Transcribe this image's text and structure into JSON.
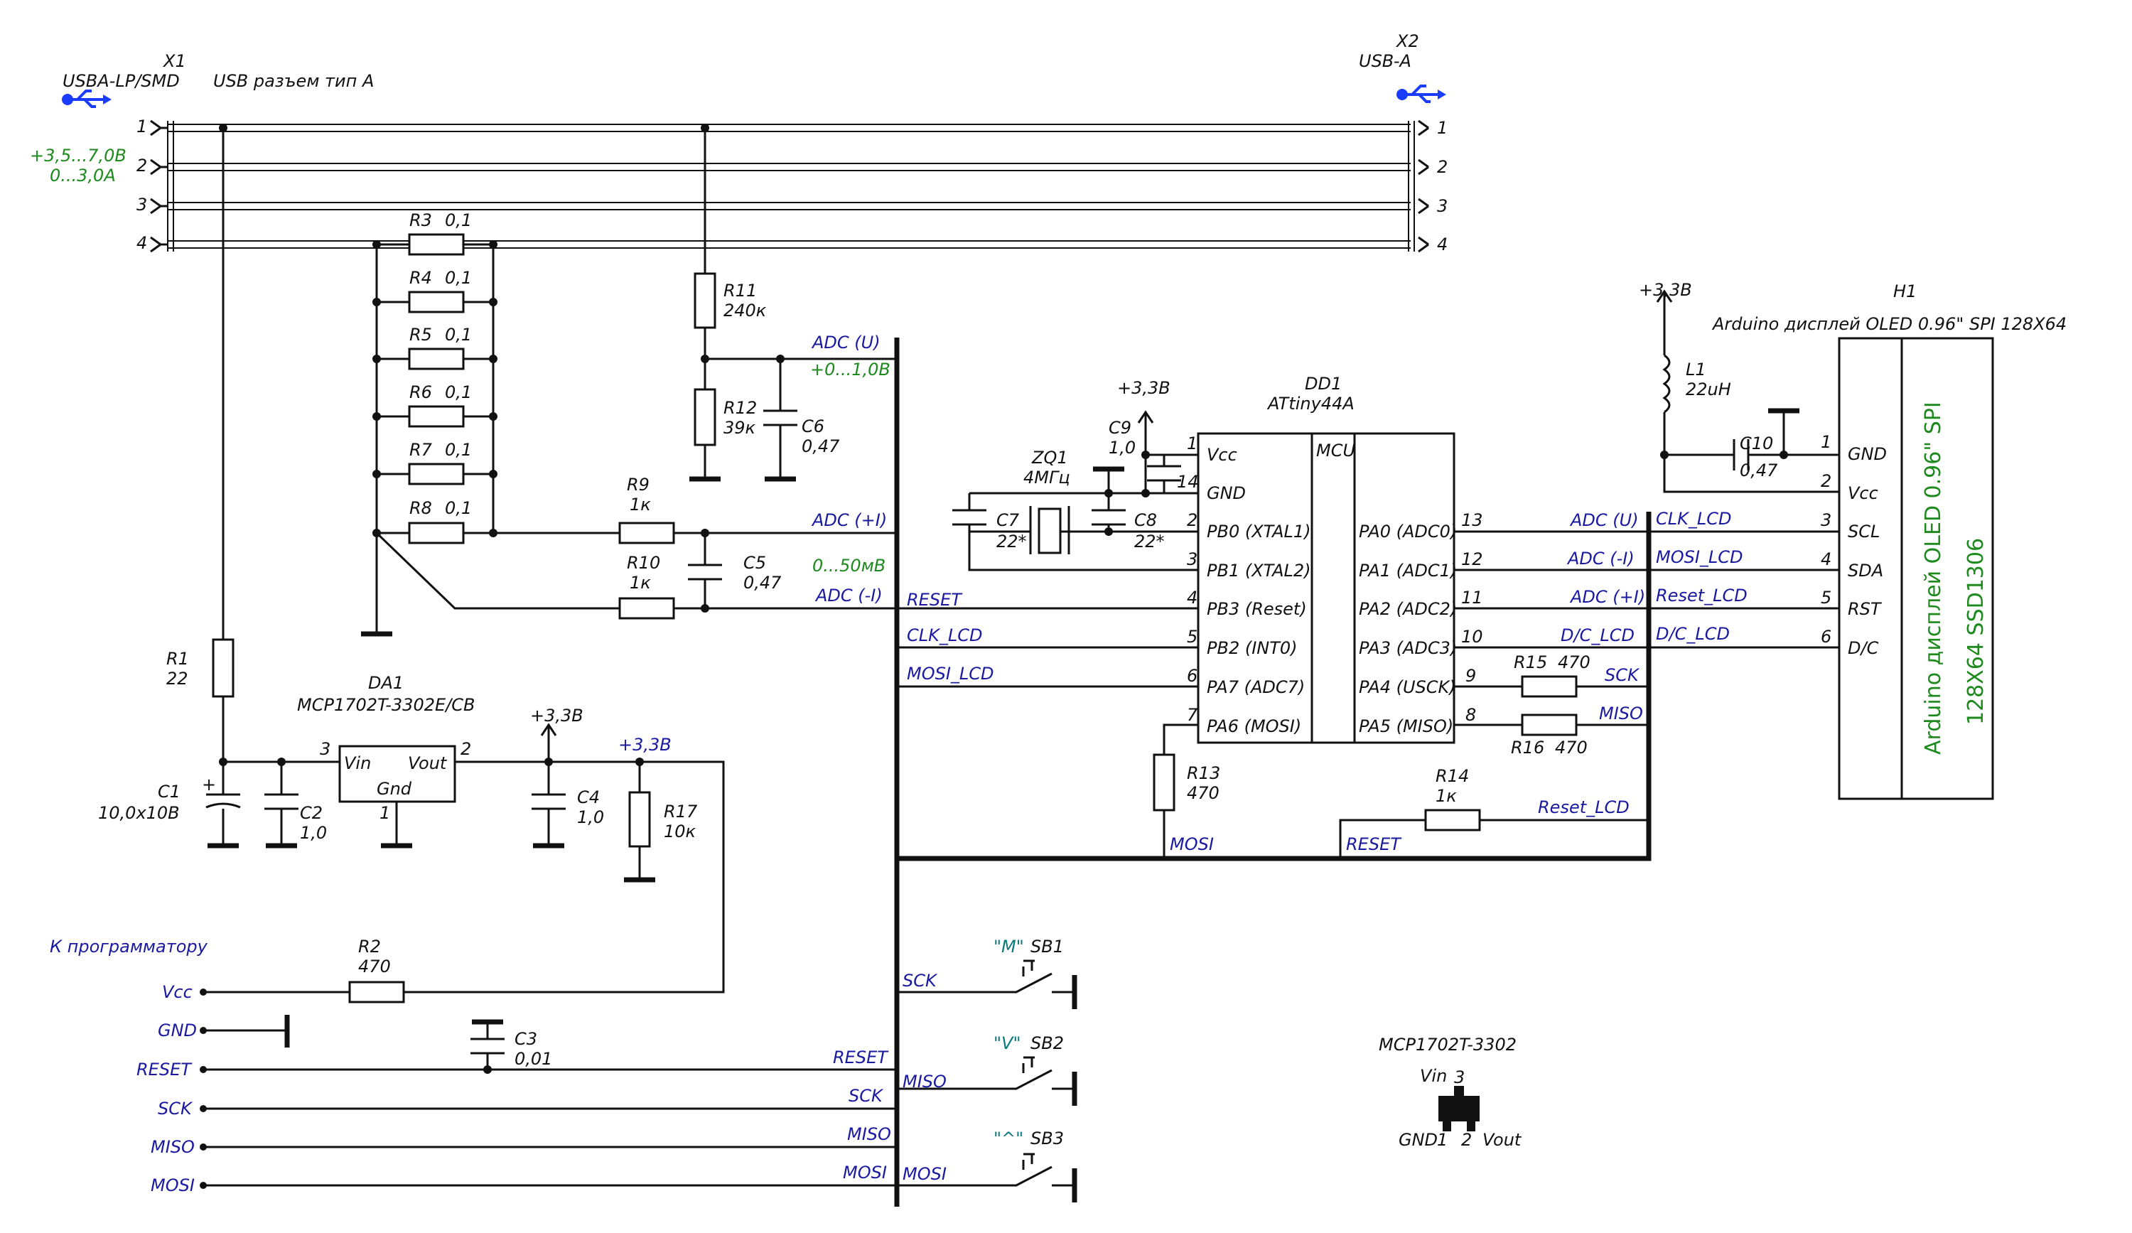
{
  "colors": {
    "net": "#1a1aa0",
    "note": "#1e8a1e",
    "button": "#0a7a7a",
    "usb": "#1a3cff"
  },
  "connectors": {
    "x1": {
      "ref": "X1",
      "model": "USBA-LP/SMD",
      "desc": "USB разъем тип А",
      "icon": "usb-icon",
      "pins": [
        "1",
        "2",
        "3",
        "4"
      ]
    },
    "x2": {
      "ref": "X2",
      "model": "USB-A",
      "icon": "usb-icon",
      "pins": [
        "1",
        "2",
        "3",
        "4"
      ]
    }
  },
  "supply_note": {
    "voltage": "+3,5...7,0В",
    "current": "0...3,0А"
  },
  "resistors": {
    "r1": {
      "ref": "R1",
      "value": "22"
    },
    "r2": {
      "ref": "R2",
      "value": "470"
    },
    "r3": {
      "ref": "R3",
      "value": "0,1"
    },
    "r4": {
      "ref": "R4",
      "value": "0,1"
    },
    "r5": {
      "ref": "R5",
      "value": "0,1"
    },
    "r6": {
      "ref": "R6",
      "value": "0,1"
    },
    "r7": {
      "ref": "R7",
      "value": "0,1"
    },
    "r8": {
      "ref": "R8",
      "value": "0,1"
    },
    "r9": {
      "ref": "R9",
      "value": "1к"
    },
    "r10": {
      "ref": "R10",
      "value": "1к"
    },
    "r11": {
      "ref": "R11",
      "value": "240к"
    },
    "r12": {
      "ref": "R12",
      "value": "39к"
    },
    "r13": {
      "ref": "R13",
      "value": "470"
    },
    "r14": {
      "ref": "R14",
      "value": "1к"
    },
    "r15": {
      "ref": "R15",
      "value": "470"
    },
    "r16": {
      "ref": "R16",
      "value": "470"
    },
    "r17": {
      "ref": "R17",
      "value": "10к"
    }
  },
  "capacitors": {
    "c1": {
      "ref": "C1",
      "value": "10,0х10В"
    },
    "c2": {
      "ref": "C2",
      "value": "1,0"
    },
    "c3": {
      "ref": "C3",
      "value": "0,01"
    },
    "c4": {
      "ref": "C4",
      "value": "1,0"
    },
    "c5": {
      "ref": "C5",
      "value": "0,47"
    },
    "c6": {
      "ref": "C6",
      "value": "0,47"
    },
    "c7": {
      "ref": "C7",
      "value": "22*"
    },
    "c8": {
      "ref": "C8",
      "value": "22*"
    },
    "c9": {
      "ref": "C9",
      "value": "1,0"
    },
    "c10": {
      "ref": "C10",
      "value": "0,47"
    }
  },
  "inductor": {
    "ref": "L1",
    "value": "22uH"
  },
  "crystal": {
    "ref": "ZQ1",
    "value": "4МГц"
  },
  "plus_label": "+",
  "regulator": {
    "ref": "DA1",
    "model": "MCP1702T-3302E/CB",
    "vin": "Vin",
    "vout": "Vout",
    "gnd": "Gnd",
    "pin_vin": "3",
    "pin_vout": "2",
    "pin_gnd": "1"
  },
  "mcu": {
    "ref": "DD1",
    "model": "ATtiny44A",
    "core": "MCU",
    "left_pins": [
      {
        "num": "1",
        "name": "Vcc"
      },
      {
        "num": "14",
        "name": "GND"
      },
      {
        "num": "2",
        "name": "PB0 (XTAL1)"
      },
      {
        "num": "3",
        "name": "PB1 (XTAL2)"
      },
      {
        "num": "4",
        "name": "PB3 (Reset)"
      },
      {
        "num": "5",
        "name": "PB2 (INT0)"
      },
      {
        "num": "6",
        "name": "PA7 (ADC7)"
      },
      {
        "num": "7",
        "name": "PA6 (MOSI)"
      }
    ],
    "right_pins": [
      {
        "num": "13",
        "name": "PA0 (ADC0)"
      },
      {
        "num": "12",
        "name": "PA1 (ADC1)"
      },
      {
        "num": "11",
        "name": "PA2 (ADC2)"
      },
      {
        "num": "10",
        "name": "PA3 (ADC3)"
      },
      {
        "num": "9",
        "name": "PA4 (USCK)"
      },
      {
        "num": "8",
        "name": "PA5 (MISO)"
      }
    ]
  },
  "display": {
    "ref": "H1",
    "title": "Arduino дисплей OLED  0.96\" SPI 128X64",
    "body_line1": "Arduino дисплей OLED 0.96\" SPI",
    "body_line2": "128X64  SSD1306",
    "pins": [
      {
        "num": "1",
        "name": "GND"
      },
      {
        "num": "2",
        "name": "Vcc"
      },
      {
        "num": "3",
        "name": "SCL"
      },
      {
        "num": "4",
        "name": "SDA"
      },
      {
        "num": "5",
        "name": "RST"
      },
      {
        "num": "6",
        "name": "D/C"
      }
    ]
  },
  "power": {
    "v33": "+3,3В"
  },
  "nets": {
    "adc_u": "ADC (U)",
    "adc_u_range": "+0...1,0В",
    "adc_pi": "ADC (+I)",
    "adc_mi": "ADC (-I)",
    "adc_i_range": "0...50мВ",
    "reset": "RESET",
    "clk_lcd": "CLK_LCD",
    "mosi_lcd": "MOSI_LCD",
    "mosi": "MOSI",
    "miso": "MISO",
    "sck": "SCK",
    "adc_u_r": "ADC (U)",
    "adc_mi_r": "ADC (-I)",
    "adc_pi_r": "ADC (+I)",
    "dc_lcd": "D/C_LCD",
    "reset_lcd": "Reset_LCD",
    "reset_lcd2": "Reset_LCD"
  },
  "programmer": {
    "title": "К программатору",
    "pins": [
      "Vcc",
      "GND",
      "RESET",
      "SCK",
      "MISO",
      "MOSI"
    ],
    "bus_labels": [
      "RESET",
      "SCK",
      "MISO",
      "MOSI"
    ]
  },
  "buttons": [
    {
      "ref": "SB1",
      "label": "\"M\"",
      "net": "SCK"
    },
    {
      "ref": "SB2",
      "label": "\"V\"",
      "net": "MISO"
    },
    {
      "ref": "SB3",
      "label": "\"^\"",
      "net": "MOSI"
    }
  ],
  "package": {
    "title": "MCP1702T-3302",
    "vin": "Vin",
    "vout": "Vout",
    "gnd": "GND",
    "p1": "1",
    "p2": "2",
    "p3": "3"
  }
}
